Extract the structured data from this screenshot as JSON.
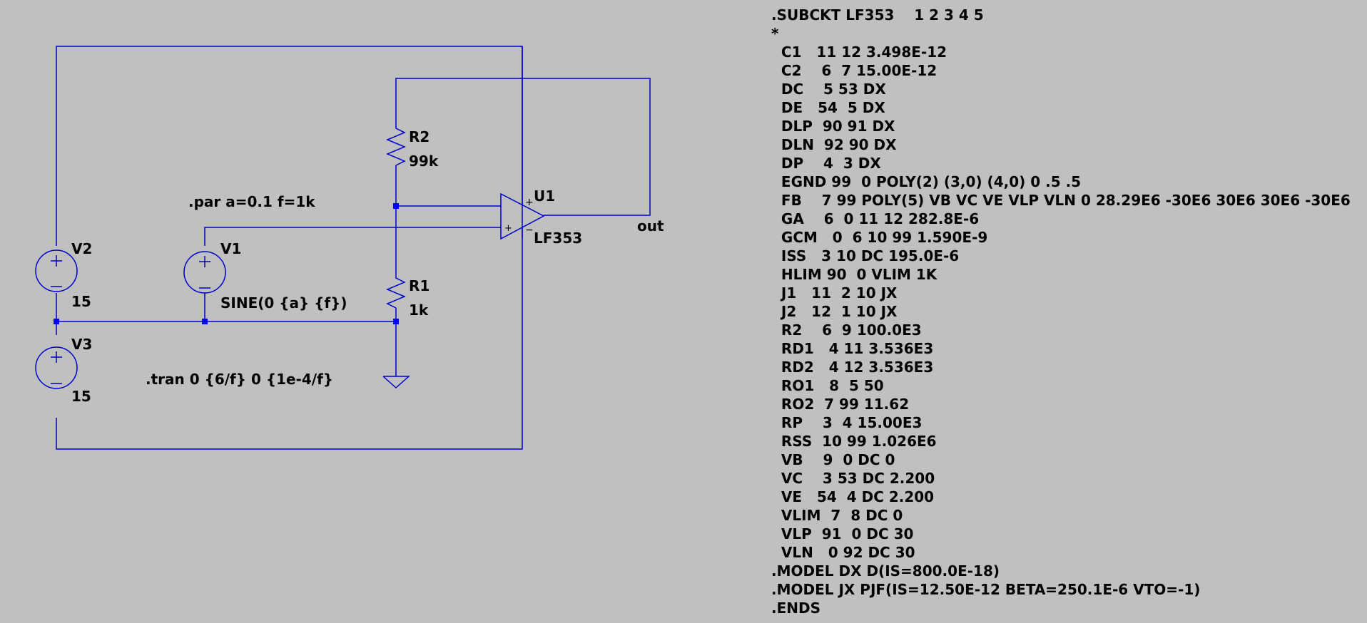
{
  "colors": {
    "background": "#c0c0c0",
    "wire": "#0000cc",
    "junction": "#0000ff",
    "text": "#000000"
  },
  "schematic": {
    "components": {
      "v2": {
        "name": "V2",
        "value": "15"
      },
      "v3": {
        "name": "V3",
        "value": "15"
      },
      "v1": {
        "name": "V1",
        "value": "SINE(0 {a} {f})"
      },
      "r2": {
        "name": "R2",
        "value": "99k"
      },
      "r1": {
        "name": "R1",
        "value": "1k"
      },
      "u1": {
        "name": "U1",
        "value": "LF353"
      }
    },
    "net_label_out": "out",
    "directive_param": ".par a=0.1 f=1k",
    "directive_tran": ".tran 0 {6/f} 0 {1e-4/f}",
    "opamp_plus_symbol": "+",
    "opamp_minus_symbol": "−"
  },
  "netlist": {
    "lines": [
      ".SUBCKT LF353    1 2 3 4 5",
      "*",
      "  C1   11 12 3.498E-12",
      "  C2    6  7 15.00E-12",
      "  DC    5 53 DX",
      "  DE   54  5 DX",
      "  DLP  90 91 DX",
      "  DLN  92 90 DX",
      "  DP    4  3 DX",
      "  EGND 99  0 POLY(2) (3,0) (4,0) 0 .5 .5",
      "  FB    7 99 POLY(5) VB VC VE VLP VLN 0 28.29E6 -30E6 30E6 30E6 -30E6",
      "  GA    6  0 11 12 282.8E-6",
      "  GCM   0  6 10 99 1.590E-9",
      "  ISS   3 10 DC 195.0E-6",
      "  HLIM 90  0 VLIM 1K",
      "  J1   11  2 10 JX",
      "  J2   12  1 10 JX",
      "  R2    6  9 100.0E3",
      "  RD1   4 11 3.536E3",
      "  RD2   4 12 3.536E3",
      "  RO1   8  5 50",
      "  RO2  7 99 11.62",
      "  RP    3  4 15.00E3",
      "  RSS  10 99 1.026E6",
      "  VB    9  0 DC 0",
      "  VC    3 53 DC 2.200",
      "  VE   54  4 DC 2.200",
      "  VLIM  7  8 DC 0",
      "  VLP  91  0 DC 30",
      "  VLN   0 92 DC 30",
      ".MODEL DX D(IS=800.0E-18)",
      ".MODEL JX PJF(IS=12.50E-12 BETA=250.1E-6 VTO=-1)",
      ".ENDS"
    ]
  }
}
